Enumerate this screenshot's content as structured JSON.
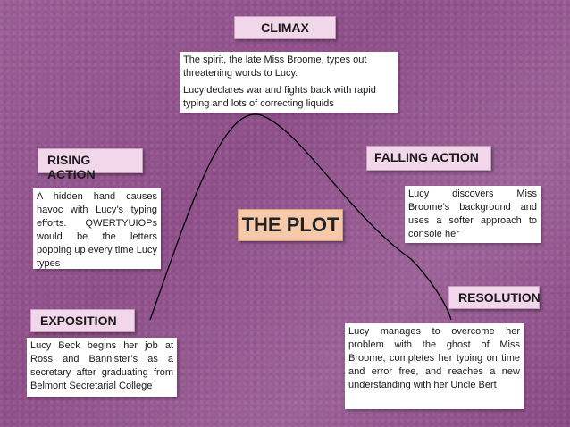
{
  "title": "THE PLOT",
  "stages": {
    "climax": {
      "heading": "CLIMAX",
      "lines": [
        "The spirit, the late Miss Broome, types out threatening words to Lucy.",
        "Lucy declares war and fights  back with rapid typing and lots of correcting liquids"
      ]
    },
    "rising_action": {
      "heading": "RISING ACTION",
      "text": "A hidden hand causes havoc with Lucy’s typing efforts. QWERTYUIOPs would be the letters popping up every time Lucy types"
    },
    "falling_action": {
      "heading": "FALLING ACTION",
      "text": "Lucy discovers Miss Broome’s background and uses a softer approach to console her"
    },
    "exposition": {
      "heading": "EXPOSITION",
      "text": "Lucy Beck begins her job at Ross and Bannister’s as a secretary after graduating from Belmont Secretarial College"
    },
    "resolution": {
      "heading": "RESOLUTION",
      "text": "Lucy manages to overcome her problem  with the ghost of Miss Broome, completes her typing on time and error free, and reaches a new understanding  with her Uncle Bert"
    }
  },
  "colors": {
    "background": "#9a5e95",
    "heading_box": "#f2d6ea",
    "title_box": "#f5c9a9",
    "curve": "#000000"
  }
}
